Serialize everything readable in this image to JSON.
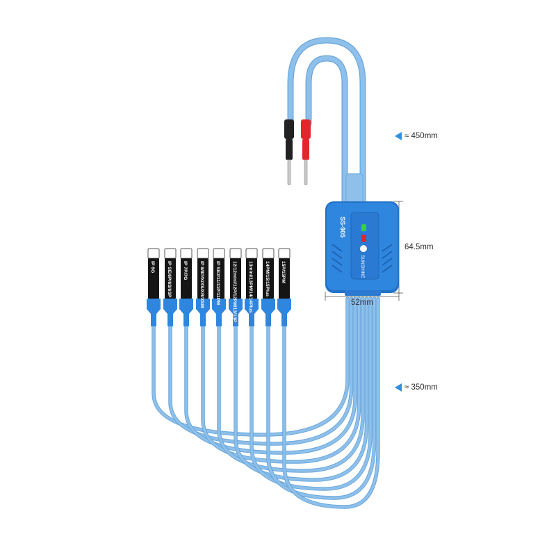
{
  "product": {
    "model": "SS-905",
    "brand": "SUNSHINE",
    "led_colors": [
      "#38d13a",
      "#e2262c"
    ],
    "body_color": "#2f86df",
    "cable_color": "#8ec0ea"
  },
  "dimensions": {
    "top_cable": "≈ 450mm",
    "body_height": "64.5mm",
    "body_width": "52mm",
    "bottom_cables": "≈ 350mm"
  },
  "connectors": [
    {
      "label": "IP 6G"
    },
    {
      "label": "IP SE/6P/6S/6SP"
    },
    {
      "label": "IP 7P/7G"
    },
    {
      "label": "IP 8/8P/X/XS/XR/XSM"
    },
    {
      "label": "IP SE2/11/11P/11PM"
    },
    {
      "label": "12/12mini/12P/12PM/13/13P"
    },
    {
      "label": "13mini/13PM/14/14Plus"
    },
    {
      "label": "14PM/15/15Plus"
    },
    {
      "label": "15P/15PM"
    }
  ],
  "icons": {
    "dimension_pointer": "blue-left-triangle"
  }
}
